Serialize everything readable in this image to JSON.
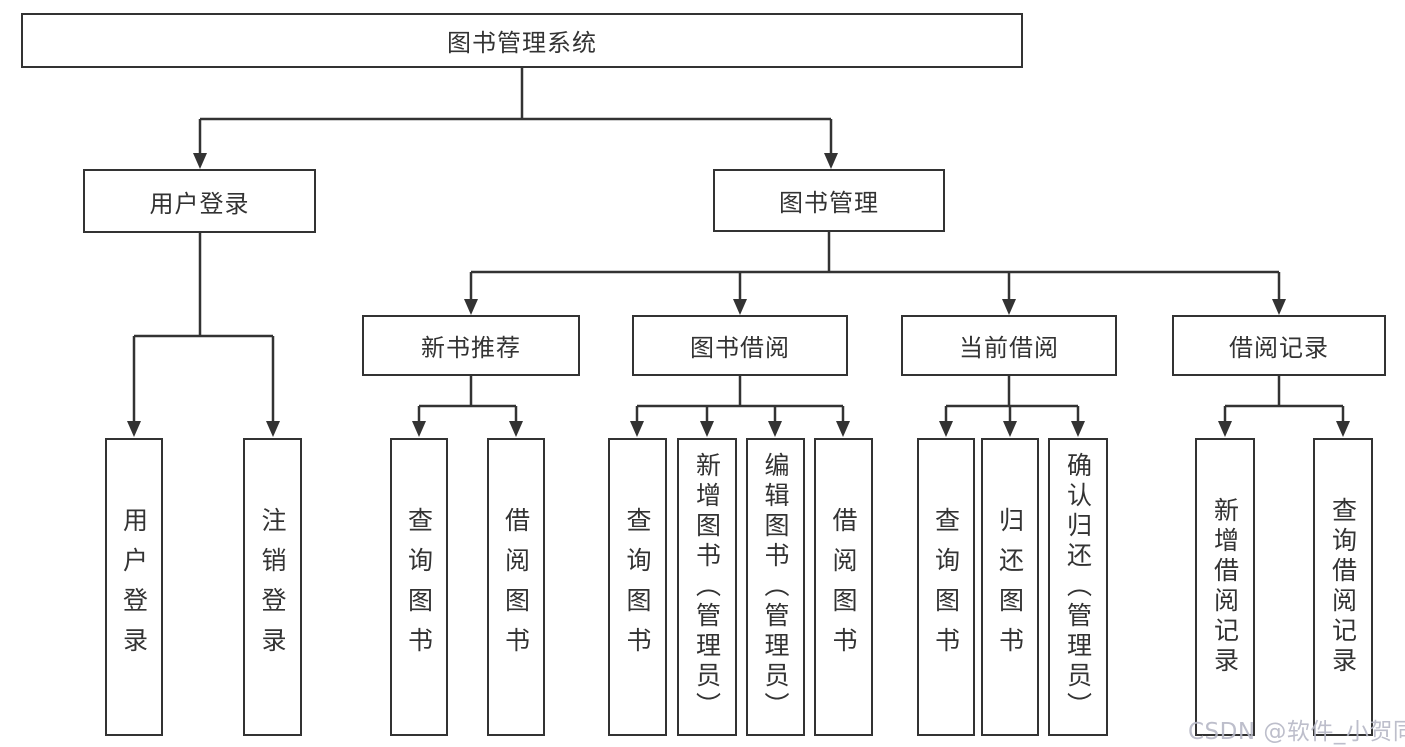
{
  "diagram": {
    "root": {
      "label": "图书管理系统",
      "children": [
        {
          "label": "用户登录",
          "children": [
            {
              "label": "用户登录"
            },
            {
              "label": "注销登录"
            }
          ]
        },
        {
          "label": "图书管理",
          "children": [
            {
              "label": "新书推荐",
              "children": [
                {
                  "label": "查询图书"
                },
                {
                  "label": "借阅图书"
                }
              ]
            },
            {
              "label": "图书借阅",
              "children": [
                {
                  "label": "查询图书"
                },
                {
                  "label": "新增图书（管理员）"
                },
                {
                  "label": "编辑图书（管理员）"
                },
                {
                  "label": "借阅图书"
                }
              ]
            },
            {
              "label": "当前借阅",
              "children": [
                {
                  "label": "查询图书"
                },
                {
                  "label": "归还图书"
                },
                {
                  "label": "确认归还（管理员）"
                }
              ]
            },
            {
              "label": "借阅记录",
              "children": [
                {
                  "label": "新增借阅记录"
                },
                {
                  "label": "查询借阅记录"
                }
              ]
            }
          ]
        }
      ]
    }
  },
  "watermark": {
    "text": "CSDN @软件_小贺同学"
  },
  "colors": {
    "line": "#333333",
    "text": "#333333",
    "watermark": "#b6b8c6",
    "background": "#ffffff"
  }
}
